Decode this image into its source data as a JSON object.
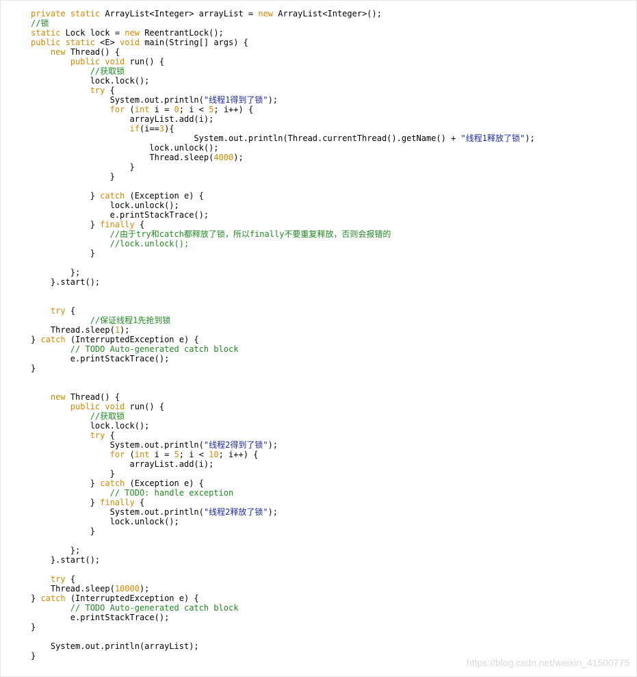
{
  "code_block": {
    "lines": [
      [
        [
          "keyword",
          "private static "
        ],
        [
          "plain",
          "ArrayList<Integer> arrayList = "
        ],
        [
          "keyword",
          "new "
        ],
        [
          "plain",
          "ArrayList<Integer>();"
        ]
      ],
      [
        [
          "comment",
          "//锁"
        ]
      ],
      [
        [
          "keyword",
          "static "
        ],
        [
          "plain",
          "Lock lock = "
        ],
        [
          "keyword",
          "new "
        ],
        [
          "plain",
          "ReentrantLock();"
        ]
      ],
      [
        [
          "keyword",
          "public static "
        ],
        [
          "plain",
          "<E> "
        ],
        [
          "keyword",
          "void "
        ],
        [
          "plain",
          "main(String[] args) {"
        ]
      ],
      [
        [
          "plain",
          "    "
        ],
        [
          "keyword",
          "new "
        ],
        [
          "plain",
          "Thread() {"
        ]
      ],
      [
        [
          "plain",
          "        "
        ],
        [
          "keyword",
          "public void "
        ],
        [
          "plain",
          "run() {"
        ]
      ],
      [
        [
          "plain",
          "            "
        ],
        [
          "comment",
          "//获取锁"
        ]
      ],
      [
        [
          "plain",
          "            lock.lock();"
        ]
      ],
      [
        [
          "plain",
          "            "
        ],
        [
          "keyword",
          "try "
        ],
        [
          "plain",
          "{"
        ]
      ],
      [
        [
          "plain",
          "                System.out.println("
        ],
        [
          "string",
          "\"线程1得到了锁\""
        ],
        [
          "plain",
          ");"
        ]
      ],
      [
        [
          "plain",
          "                "
        ],
        [
          "keyword",
          "for "
        ],
        [
          "plain",
          "("
        ],
        [
          "keyword",
          "int "
        ],
        [
          "plain",
          "i = "
        ],
        [
          "number",
          "0"
        ],
        [
          "plain",
          "; i < "
        ],
        [
          "number",
          "5"
        ],
        [
          "plain",
          "; i++) {"
        ]
      ],
      [
        [
          "plain",
          "                    arrayList.add(i);"
        ]
      ],
      [
        [
          "plain",
          "                    "
        ],
        [
          "keyword",
          "if"
        ],
        [
          "plain",
          "(i=="
        ],
        [
          "number",
          "3"
        ],
        [
          "plain",
          "){"
        ]
      ],
      [
        [
          "plain",
          "                                 System.out.println(Thread.currentThread().getName() + "
        ],
        [
          "string",
          "\"线程1释放了锁\""
        ],
        [
          "plain",
          ");"
        ]
      ],
      [
        [
          "plain",
          "                        lock.unlock();"
        ]
      ],
      [
        [
          "plain",
          "                        Thread.sleep("
        ],
        [
          "number",
          "4000"
        ],
        [
          "plain",
          ");"
        ]
      ],
      [
        [
          "plain",
          "                    }"
        ]
      ],
      [
        [
          "plain",
          "                }"
        ]
      ],
      [
        [
          "plain",
          ""
        ]
      ],
      [
        [
          "plain",
          "            } "
        ],
        [
          "keyword",
          "catch "
        ],
        [
          "plain",
          "(Exception e) {"
        ]
      ],
      [
        [
          "plain",
          "                lock.unlock();"
        ]
      ],
      [
        [
          "plain",
          "                e.printStackTrace();"
        ]
      ],
      [
        [
          "plain",
          "            } "
        ],
        [
          "keyword",
          "finally "
        ],
        [
          "plain",
          "{"
        ]
      ],
      [
        [
          "plain",
          "                "
        ],
        [
          "comment",
          "//由于try和catch都释放了锁，所以finally不要重复释放，否则会报错的"
        ]
      ],
      [
        [
          "plain",
          "                "
        ],
        [
          "comment",
          "//lock.unlock();"
        ]
      ],
      [
        [
          "plain",
          "            }"
        ]
      ],
      [
        [
          "plain",
          ""
        ]
      ],
      [
        [
          "plain",
          "        };"
        ]
      ],
      [
        [
          "plain",
          "    }.start();"
        ]
      ],
      [
        [
          "plain",
          ""
        ]
      ],
      [
        [
          "plain",
          ""
        ]
      ],
      [
        [
          "plain",
          "    "
        ],
        [
          "keyword",
          "try "
        ],
        [
          "plain",
          "{"
        ]
      ],
      [
        [
          "plain",
          "            "
        ],
        [
          "comment",
          "//保证线程1先抢到锁"
        ]
      ],
      [
        [
          "plain",
          "    Thread.sleep("
        ],
        [
          "number",
          "1"
        ],
        [
          "plain",
          ");"
        ]
      ],
      [
        [
          "plain",
          "} "
        ],
        [
          "keyword",
          "catch "
        ],
        [
          "plain",
          "(InterruptedException e) {"
        ]
      ],
      [
        [
          "plain",
          "        "
        ],
        [
          "comment",
          "// TODO Auto-generated catch block"
        ]
      ],
      [
        [
          "plain",
          "        e.printStackTrace();"
        ]
      ],
      [
        [
          "plain",
          "}"
        ]
      ],
      [
        [
          "plain",
          ""
        ]
      ],
      [
        [
          "plain",
          ""
        ]
      ],
      [
        [
          "plain",
          "    "
        ],
        [
          "keyword",
          "new "
        ],
        [
          "plain",
          "Thread() {"
        ]
      ],
      [
        [
          "plain",
          "        "
        ],
        [
          "keyword",
          "public void "
        ],
        [
          "plain",
          "run() {"
        ]
      ],
      [
        [
          "plain",
          "            "
        ],
        [
          "comment",
          "//获取锁"
        ]
      ],
      [
        [
          "plain",
          "            lock.lock();"
        ]
      ],
      [
        [
          "plain",
          "            "
        ],
        [
          "keyword",
          "try "
        ],
        [
          "plain",
          "{"
        ]
      ],
      [
        [
          "plain",
          "                System.out.println("
        ],
        [
          "string",
          "\"线程2得到了锁\""
        ],
        [
          "plain",
          ");"
        ]
      ],
      [
        [
          "plain",
          "                "
        ],
        [
          "keyword",
          "for "
        ],
        [
          "plain",
          "("
        ],
        [
          "keyword",
          "int "
        ],
        [
          "plain",
          "i = "
        ],
        [
          "number",
          "5"
        ],
        [
          "plain",
          "; i < "
        ],
        [
          "number",
          "10"
        ],
        [
          "plain",
          "; i++) {"
        ]
      ],
      [
        [
          "plain",
          "                    arrayList.add(i);"
        ]
      ],
      [
        [
          "plain",
          "                }"
        ]
      ],
      [
        [
          "plain",
          "            } "
        ],
        [
          "keyword",
          "catch "
        ],
        [
          "plain",
          "(Exception e) {"
        ]
      ],
      [
        [
          "plain",
          "                "
        ],
        [
          "comment",
          "// TODO: handle exception"
        ]
      ],
      [
        [
          "plain",
          "            } "
        ],
        [
          "keyword",
          "finally "
        ],
        [
          "plain",
          "{"
        ]
      ],
      [
        [
          "plain",
          "                System.out.println("
        ],
        [
          "string",
          "\"线程2释放了锁\""
        ],
        [
          "plain",
          ");"
        ]
      ],
      [
        [
          "plain",
          "                lock.unlock();"
        ]
      ],
      [
        [
          "plain",
          "            }"
        ]
      ],
      [
        [
          "plain",
          ""
        ]
      ],
      [
        [
          "plain",
          "        };"
        ]
      ],
      [
        [
          "plain",
          "    }.start();"
        ]
      ],
      [
        [
          "plain",
          ""
        ]
      ],
      [
        [
          "plain",
          "    "
        ],
        [
          "keyword",
          "try "
        ],
        [
          "plain",
          "{"
        ]
      ],
      [
        [
          "plain",
          "    Thread.sleep("
        ],
        [
          "number",
          "10000"
        ],
        [
          "plain",
          ");"
        ]
      ],
      [
        [
          "plain",
          "} "
        ],
        [
          "keyword",
          "catch "
        ],
        [
          "plain",
          "(InterruptedException e) {"
        ]
      ],
      [
        [
          "plain",
          "        "
        ],
        [
          "comment",
          "// TODO Auto-generated catch block"
        ]
      ],
      [
        [
          "plain",
          "        e.printStackTrace();"
        ]
      ],
      [
        [
          "plain",
          "}"
        ]
      ],
      [
        [
          "plain",
          ""
        ]
      ],
      [
        [
          "plain",
          "    System.out.println(arrayList);"
        ]
      ],
      [
        [
          "plain",
          "}"
        ]
      ]
    ]
  },
  "watermark": "https://blog.csdn.net/weixin_41500775"
}
